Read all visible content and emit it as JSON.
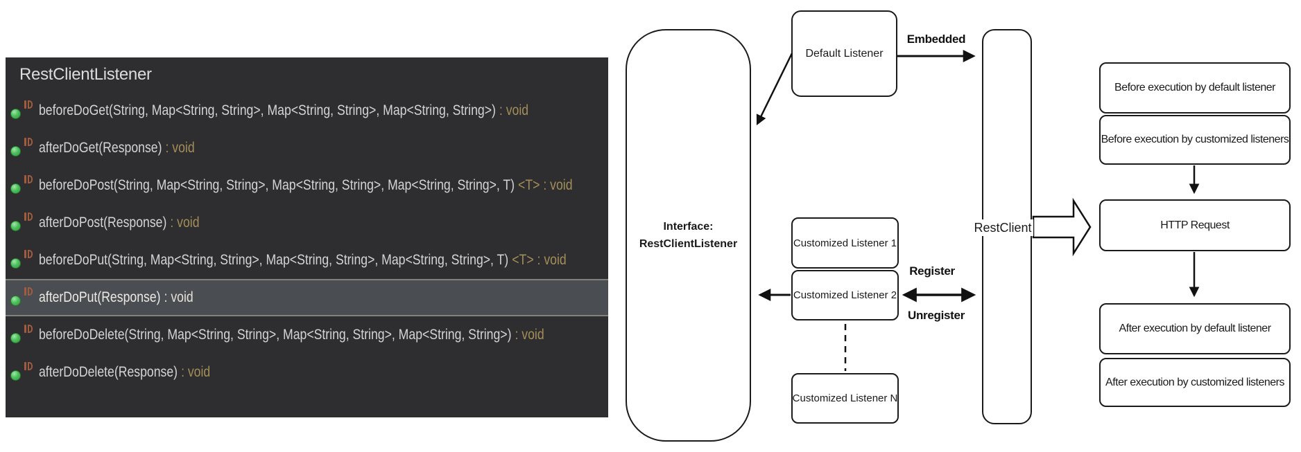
{
  "outline_panel": {
    "title": "RestClientListener",
    "methods": [
      {
        "signature": "beforeDoGet(String, Map<String, String>, Map<String, String>, Map<String, String>)",
        "return_type": ": void",
        "selected": false
      },
      {
        "signature": "afterDoGet(Response)",
        "return_type": ": void",
        "selected": false
      },
      {
        "signature": "beforeDoPost(String, Map<String, String>, Map<String, String>, Map<String, String>, T)",
        "return_type": "<T> : void",
        "selected": false
      },
      {
        "signature": "afterDoPost(Response)",
        "return_type": ": void",
        "selected": false
      },
      {
        "signature": "beforeDoPut(String, Map<String, String>, Map<String, String>, Map<String, String>, T)",
        "return_type": "<T> : void",
        "selected": false
      },
      {
        "signature": "afterDoPut(Response)",
        "return_type": ": void",
        "selected": true
      },
      {
        "signature": "beforeDoDelete(String, Map<String, String>, Map<String, String>, Map<String, String>)",
        "return_type": ": void",
        "selected": false
      },
      {
        "signature": "afterDoDelete(Response)",
        "return_type": ": void",
        "selected": false
      }
    ],
    "icons": {
      "row_marker": "public-method-icon",
      "decorator": "method-decorator-icon"
    },
    "colors": {
      "panel_bg": "#2e2e30",
      "method_text": "#d4d4d4",
      "return_type_text": "#a38e58",
      "selected_row_bg": "#4a4d51",
      "selected_row_border": "#80827c",
      "method_icon_green": "#3aa94a",
      "decorator_brown": "#a05c3c"
    }
  },
  "diagram": {
    "interface_box": {
      "line1": "Interface:",
      "line2": "RestClientListener"
    },
    "default_listener_label": "Default Listener",
    "customized_listeners": [
      "Customized Listener 1",
      "Customized Listener 2",
      "Customized Listener N"
    ],
    "rest_client_label": "RestClient",
    "edge_labels": {
      "embedded": "Embedded",
      "register": "Register",
      "unregister": "Unregister"
    },
    "flow_boxes": [
      "Before execution by default listener",
      "Before execution by customized listeners",
      "HTTP Request",
      "After execution by default listener",
      "After execution by customized listeners"
    ],
    "colors": {
      "stroke": "#111111",
      "box_fill": "#ffffff",
      "text": "#1a1a1a"
    }
  }
}
